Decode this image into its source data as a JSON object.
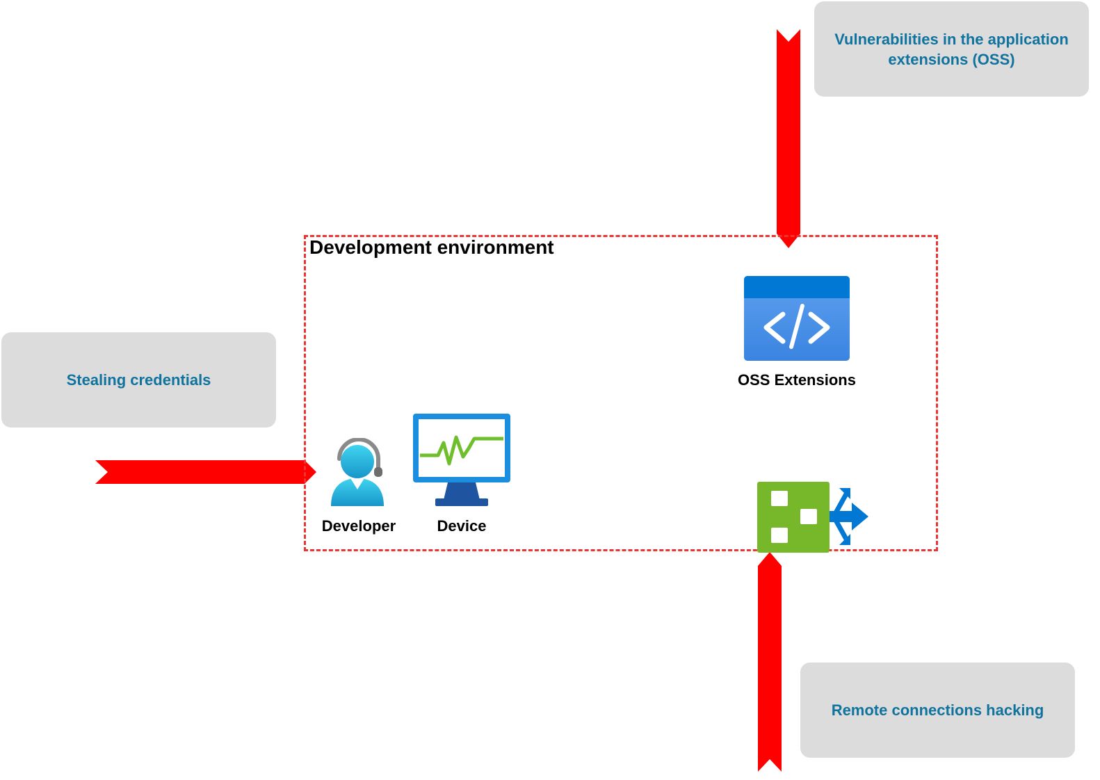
{
  "threats": {
    "vulnerabilities": "Vulnerabilities in the application extensions (OSS)",
    "stealing": "Stealing credentials",
    "remote": "Remote connections hacking"
  },
  "environment": {
    "title": "Development environment"
  },
  "nodes": {
    "developer": "Developer",
    "device": "Device",
    "oss": "OSS Extensions"
  },
  "icons": {
    "developer": "developer-icon",
    "device": "monitor-icon",
    "oss": "code-window-icon",
    "remote": "network-gateway-icon"
  },
  "colors": {
    "arrow": "#ff0000",
    "threat_box": "#dcdcdc",
    "threat_text": "#10739e",
    "env_border": "#ee3333"
  }
}
